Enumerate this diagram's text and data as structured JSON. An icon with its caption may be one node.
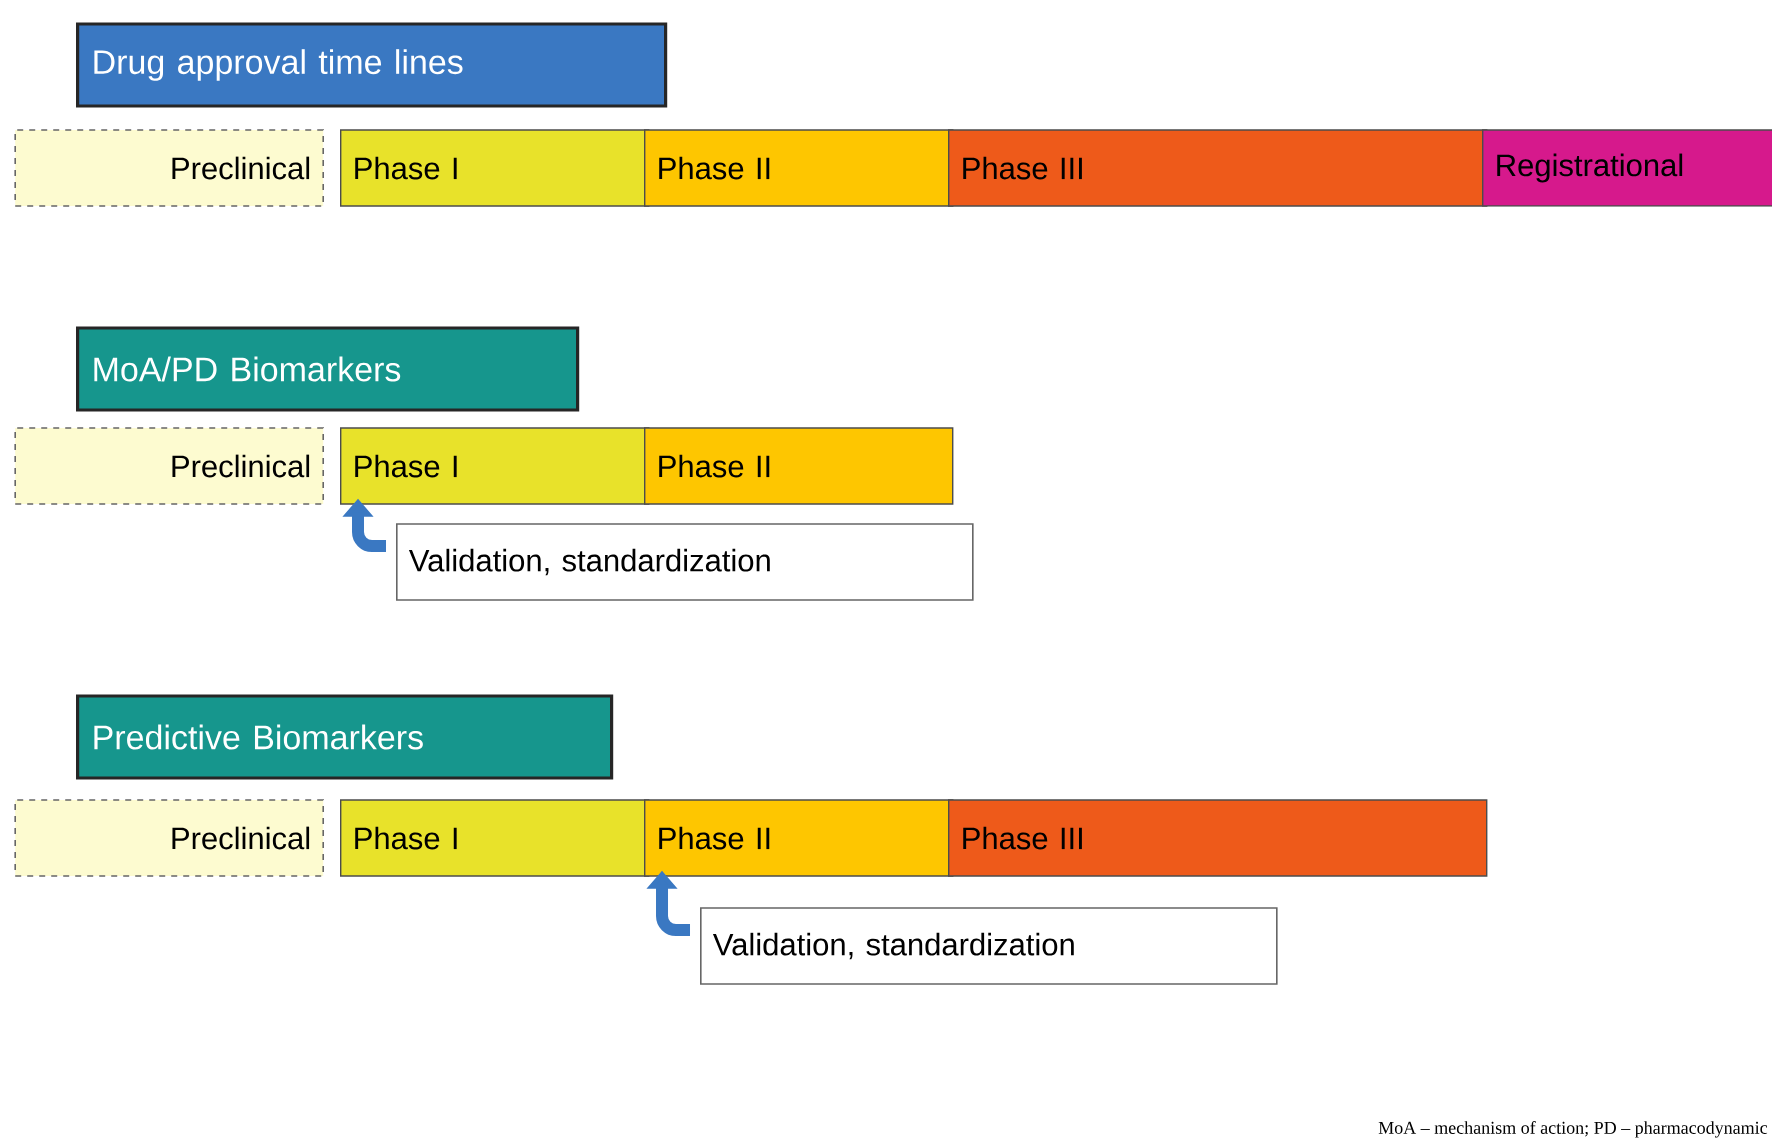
{
  "diagram": {
    "nodes": [
      {
        "text": [
          "Drug approval time lines"
        ]
      },
      {
        "text": [
          "Preclinical"
        ]
      },
      {
        "text": [
          "Phase I"
        ]
      },
      {
        "text": [
          "Phase II"
        ]
      },
      {
        "text": [
          "Phase III"
        ]
      },
      {
        "text": [
          "Registrational"
        ]
      },
      {
        "text": [
          "MoA/PD Biomarkers"
        ]
      },
      {
        "text": [
          "Preclinical"
        ]
      },
      {
        "text": [
          "Phase I"
        ]
      },
      {
        "text": [
          "Phase II"
        ]
      },
      {
        "text": [
          "Validation, standardization"
        ]
      },
      {
        "text": [
          "Predictive Biomarkers"
        ]
      },
      {
        "text": [
          "Preclinical"
        ]
      },
      {
        "text": [
          "Phase I"
        ]
      },
      {
        "text": [
          "Phase II"
        ]
      },
      {
        "text": [
          "Phase III"
        ]
      },
      {
        "text": [
          "Validation, standardization"
        ]
      }
    ],
    "edges": [
      {
        "from": 10,
        "to": 8,
        "arrow": "to"
      },
      {
        "from": 16,
        "to": 14,
        "arrow": "to"
      }
    ],
    "labels": [
      "MoA – mechanism of action; PD – pharmacodynamic"
    ]
  }
}
